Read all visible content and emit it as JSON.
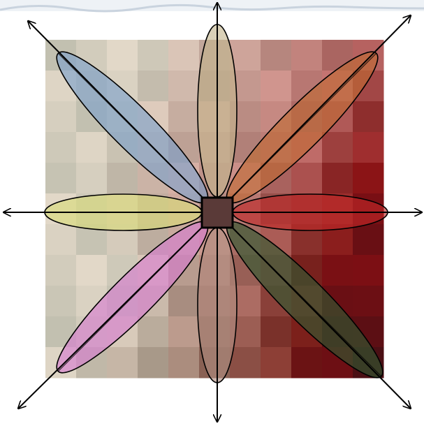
{
  "diagram": {
    "center_marker": {
      "fill": "#5a3a38",
      "stroke": "#000000"
    },
    "petals": [
      {
        "name": "petal-up",
        "direction": "up",
        "color": "#c4b48c"
      },
      {
        "name": "petal-up-right",
        "direction": "up-right",
        "color": "#c06a34"
      },
      {
        "name": "petal-right",
        "direction": "right",
        "color": "#c02828"
      },
      {
        "name": "petal-down-right",
        "direction": "down-right",
        "color": "#2e5a32"
      },
      {
        "name": "petal-down",
        "direction": "down",
        "color": "#b08c80"
      },
      {
        "name": "petal-down-left",
        "direction": "down-left",
        "color": "#d67ad0"
      },
      {
        "name": "petal-left",
        "direction": "left",
        "color": "#d8dc78"
      },
      {
        "name": "petal-up-left",
        "direction": "up-left",
        "color": "#7aa0cc"
      }
    ],
    "arrows": [
      "up",
      "up-right",
      "right",
      "down-right",
      "down",
      "down-left",
      "left",
      "up-left"
    ]
  }
}
